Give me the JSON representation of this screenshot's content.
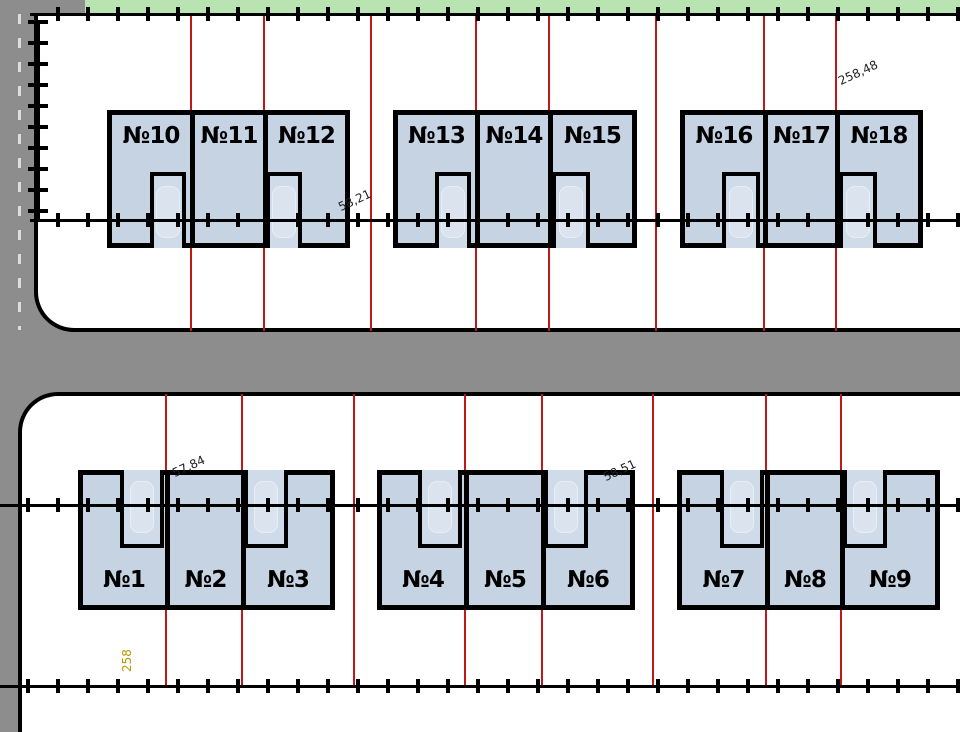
{
  "plan": {
    "upper_units": [
      "№10",
      "№11",
      "№12",
      "№13",
      "№14",
      "№15",
      "№16",
      "№17",
      "№18"
    ],
    "lower_units": [
      "№1",
      "№2",
      "№3",
      "№4",
      "№5",
      "№6",
      "№7",
      "№8",
      "№9"
    ],
    "elevations": {
      "upper_right": "258,48",
      "upper_mid": "58,21",
      "lower_left": "57,84",
      "lower_mid": "58,51",
      "contour": "258"
    }
  },
  "colors": {
    "road": "#8d8d8d",
    "building": "#c5d3e2",
    "plot_line": "#c01818",
    "green_zone": "#b9e3b0"
  }
}
